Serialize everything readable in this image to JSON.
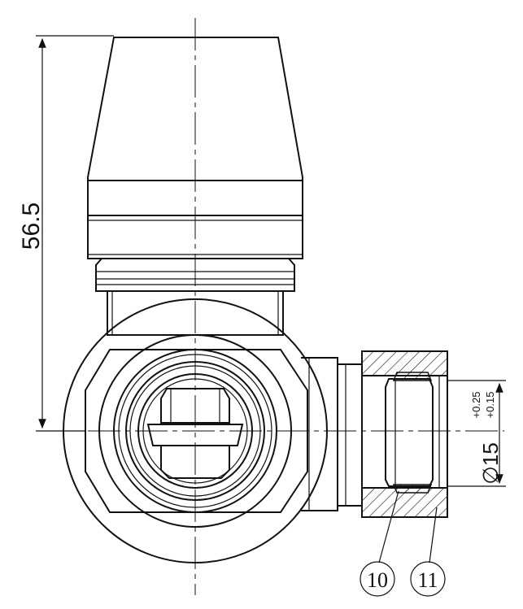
{
  "dimensions": {
    "height": "56.5",
    "diameter": "∅15",
    "tol_upper": "+0.25",
    "tol_lower": "+0.15"
  },
  "callouts": [
    {
      "label": "10"
    },
    {
      "label": "11"
    }
  ]
}
